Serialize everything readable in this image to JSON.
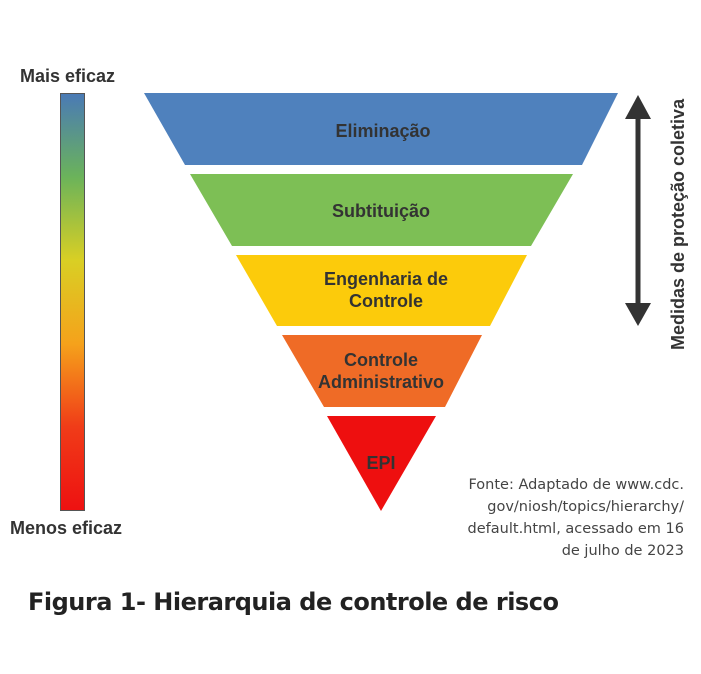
{
  "scale": {
    "top_label": "Mais eficaz",
    "bottom_label": "Menos eficaz",
    "gradient_colors": [
      "#4a7ab5",
      "#6bb35a",
      "#d9cf24",
      "#f5a21b",
      "#f03c18",
      "#ee1111"
    ]
  },
  "levels": [
    {
      "lines": [
        "Eliminação"
      ],
      "color": "#4f81bd"
    },
    {
      "lines": [
        "Subtituição"
      ],
      "color": "#7dbf55"
    },
    {
      "lines": [
        "Engenharia de",
        "Controle"
      ],
      "color": "#fccb0b"
    },
    {
      "lines": [
        "Controle",
        "Administrativo"
      ],
      "color": "#ef6b26"
    },
    {
      "lines": [
        "EPI"
      ],
      "color": "#ee0f0f"
    }
  ],
  "collective_measures": {
    "label": "Medidas de proteção coletiva",
    "arrow_color": "#333333"
  },
  "source_note": {
    "lines": [
      "Fonte: Adaptado de www.cdc.",
      "gov/niosh/topics/hierarchy/",
      "default.html, acessado em 16",
      "de julho de 2023"
    ]
  },
  "caption": "Figura 1- Hierarquia de controle de risco"
}
